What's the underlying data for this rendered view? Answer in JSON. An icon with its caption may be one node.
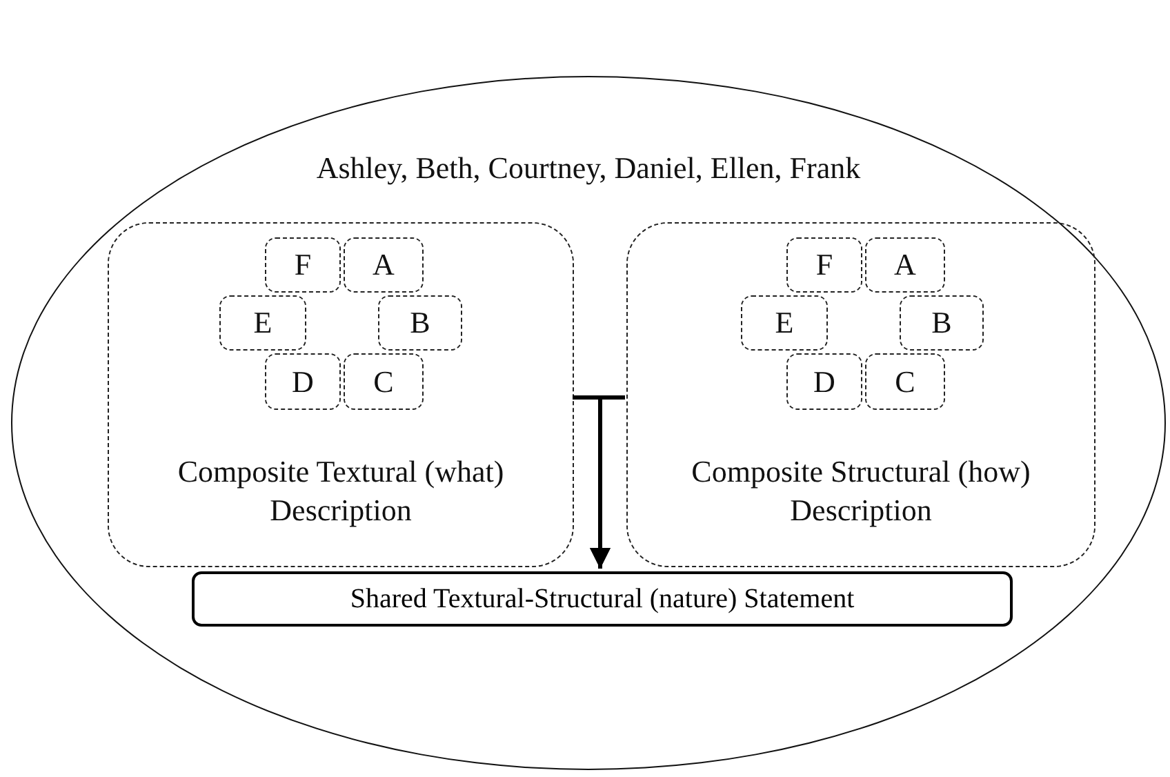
{
  "diagram": {
    "nodes": [
      {
        "text": [
          "Ashley, Beth, Courtney, Daniel, Ellen, Frank"
        ]
      },
      {
        "text": [
          "Composite Textural (what) Description"
        ],
        "in": 0
      },
      {
        "text": [
          "F"
        ],
        "in": 1
      },
      {
        "text": [
          "A"
        ],
        "in": 1
      },
      {
        "text": [
          "E"
        ],
        "in": 1
      },
      {
        "text": [
          "B"
        ],
        "in": 1
      },
      {
        "text": [
          "D"
        ],
        "in": 1
      },
      {
        "text": [
          "C"
        ],
        "in": 1
      },
      {
        "text": [
          "Composite Structural (how) Description"
        ],
        "in": 0
      },
      {
        "text": [
          "F"
        ],
        "in": 8
      },
      {
        "text": [
          "A"
        ],
        "in": 8
      },
      {
        "text": [
          "E"
        ],
        "in": 8
      },
      {
        "text": [
          "B"
        ],
        "in": 8
      },
      {
        "text": [
          "D"
        ],
        "in": 8
      },
      {
        "text": [
          "C"
        ],
        "in": 8
      },
      {
        "text": [
          "Shared Textural-Structural (nature) Statement"
        ],
        "in": 0
      }
    ],
    "edges": [
      {
        "from": 1,
        "to": 15,
        "arrow": "to"
      },
      {
        "from": 8,
        "to": 15,
        "arrow": "to"
      }
    ]
  }
}
